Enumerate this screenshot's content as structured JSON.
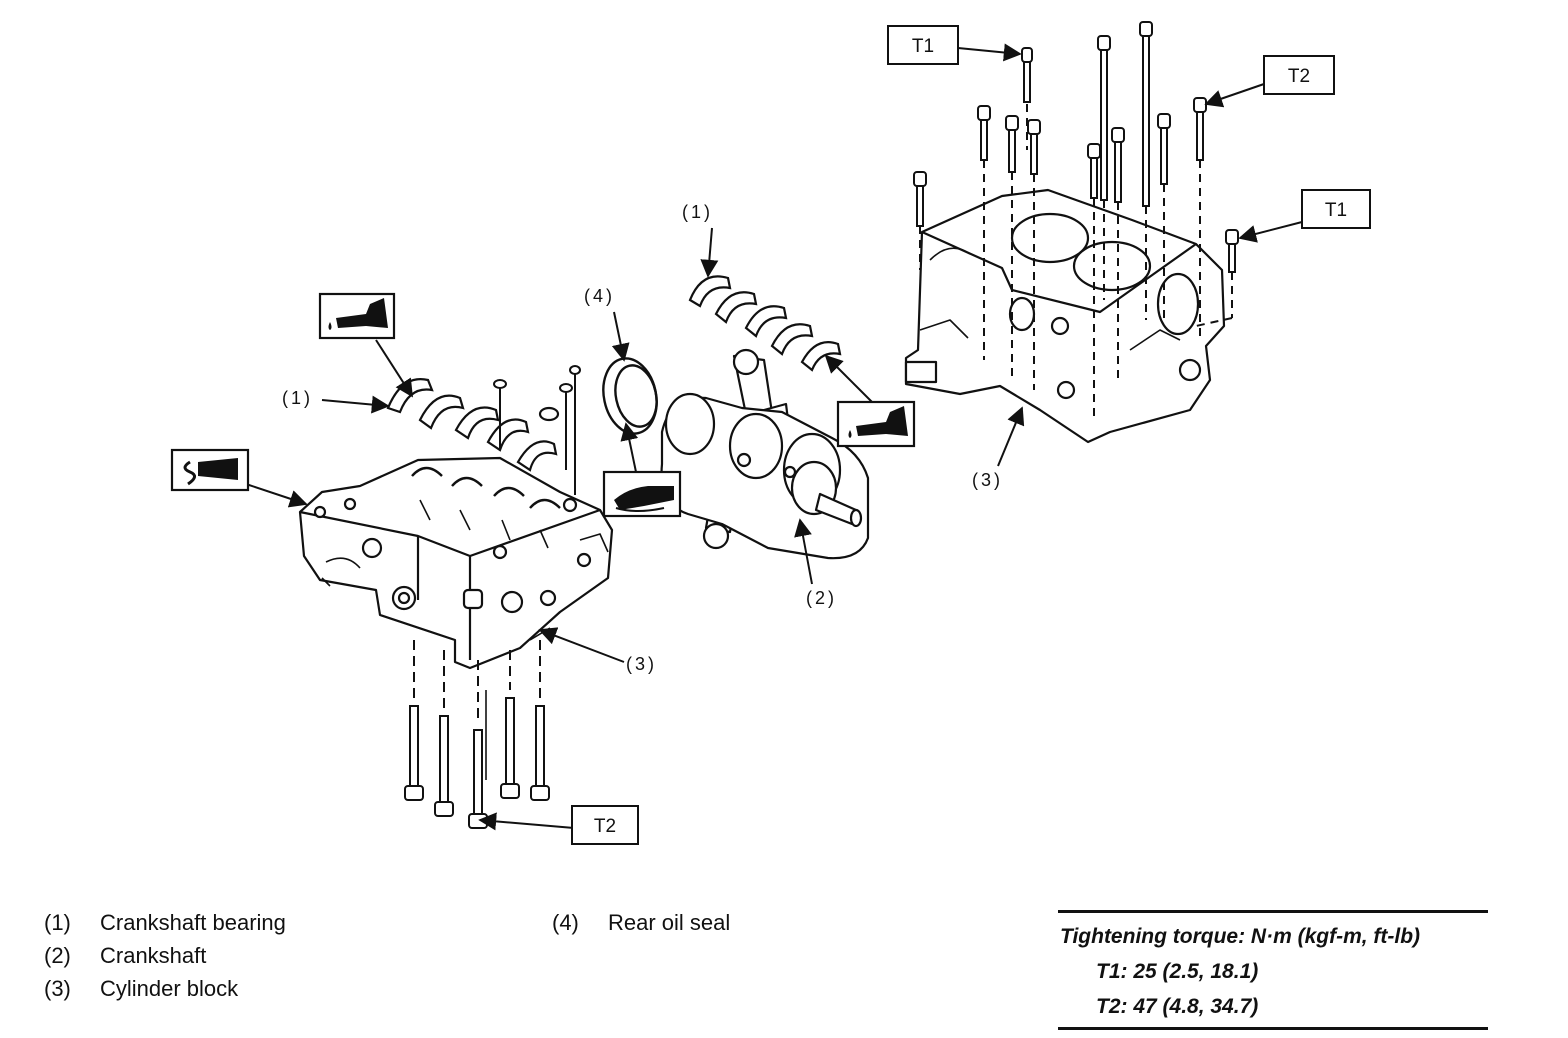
{
  "callouts": {
    "crankshaft_bearing": "(1)",
    "crankshaft": "(2)",
    "cylinder_block": "(3)",
    "rear_oil_seal": "(4)"
  },
  "torque_tags": {
    "t1": "T1",
    "t2": "T2"
  },
  "legend": {
    "items": [
      {
        "num": "(1)",
        "name": "Crankshaft bearing"
      },
      {
        "num": "(2)",
        "name": "Crankshaft"
      },
      {
        "num": "(3)",
        "name": "Cylinder block"
      },
      {
        "num": "(4)",
        "name": "Rear oil seal"
      }
    ]
  },
  "torque_spec": {
    "title": "Tightening torque: N·m (kgf-m, ft-lb)",
    "t1": "T1: 25 (2.5, 18.1)",
    "t2": "T2: 47 (4.8, 34.7)"
  },
  "icons": [
    "oil-can-icon",
    "liquid-gasket-icon",
    "grease-hand-icon"
  ]
}
